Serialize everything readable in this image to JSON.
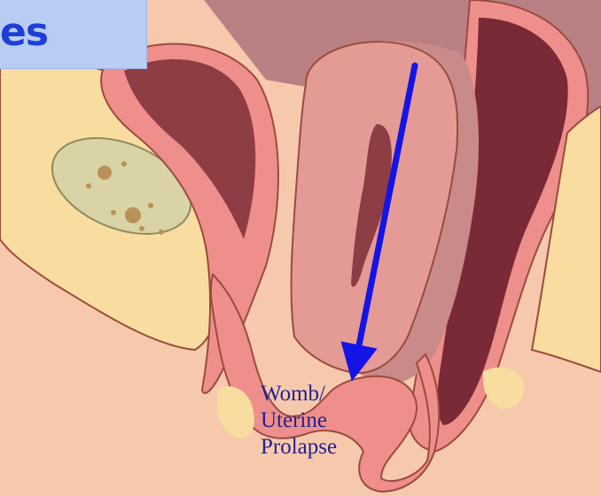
{
  "title": {
    "text": "es"
  },
  "label": {
    "line1": "Womb/",
    "line2": "Uterine",
    "line3": "Prolapse"
  },
  "colors": {
    "background": "#f6c9ad",
    "fat": "#f8dca0",
    "pink_tissue": "#ef8f8c",
    "uterus": "#e59b95",
    "dark_cavity": "#7a2a36",
    "arrow": "#1414e6",
    "label_text": "#22228e",
    "title_text": "#1d3fd6",
    "title_box": "#b9cdf2"
  }
}
